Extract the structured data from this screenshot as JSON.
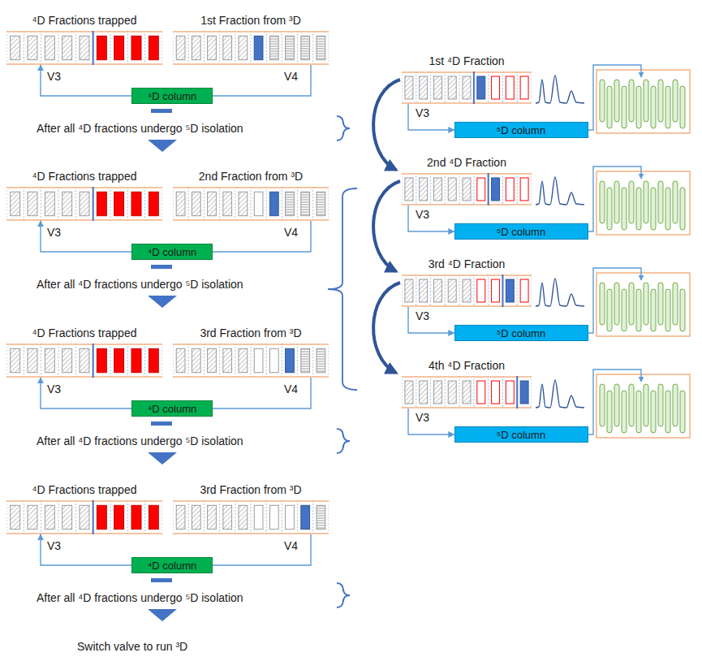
{
  "diagram": {
    "nodes": [
      {
        "text": [
          "⁴D Fractions trapped"
        ]
      },
      {
        "text": [
          "1st Fraction from ³D"
        ]
      },
      {
        "text": [
          "⁴D column"
        ]
      },
      {
        "text": [
          "⁴D Fractions trapped"
        ]
      },
      {
        "text": [
          "2nd Fraction from ³D"
        ]
      },
      {
        "text": [
          "⁴D column"
        ]
      },
      {
        "text": [
          "⁴D Fractions trapped"
        ]
      },
      {
        "text": [
          "3rd Fraction from ³D"
        ]
      },
      {
        "text": [
          "⁴D column"
        ]
      },
      {
        "text": [
          "⁴D Fractions trapped"
        ]
      },
      {
        "text": [
          "3rd Fraction from ³D"
        ]
      },
      {
        "text": [
          "⁴D column"
        ]
      },
      {
        "text": [
          "1st ⁴D Fraction"
        ]
      },
      {
        "text": [
          "⁵D column"
        ]
      },
      {
        "text": [
          "2nd ⁴D Fraction"
        ]
      },
      {
        "text": [
          "⁵D column"
        ]
      },
      {
        "text": [
          "3rd ⁴D Fraction"
        ]
      },
      {
        "text": [
          "⁵D column"
        ]
      },
      {
        "text": [
          "4th ⁴D Fraction"
        ]
      },
      {
        "text": [
          "⁵D column"
        ]
      }
    ],
    "edges": [
      {
        "from": 1,
        "to": 2,
        "arrow": "none"
      },
      {
        "from": 2,
        "to": 0,
        "arrow": "to"
      },
      {
        "from": 4,
        "to": 5,
        "arrow": "none"
      },
      {
        "from": 5,
        "to": 3,
        "arrow": "to"
      },
      {
        "from": 7,
        "to": 8,
        "arrow": "none"
      },
      {
        "from": 8,
        "to": 6,
        "arrow": "to"
      },
      {
        "from": 10,
        "to": 11,
        "arrow": "none"
      },
      {
        "from": 11,
        "to": 9,
        "arrow": "to"
      },
      {
        "from": 12,
        "to": 13,
        "arrow": "to"
      },
      {
        "from": 14,
        "to": 15,
        "arrow": "to"
      },
      {
        "from": 16,
        "to": 17,
        "arrow": "to"
      },
      {
        "from": 18,
        "to": 19,
        "arrow": "to"
      }
    ],
    "labels": [
      "V3",
      "V4",
      "After all ⁴D fractions undergo ⁵D isolation",
      "V3",
      "V4",
      "After all ⁴D fractions undergo ⁵D isolation",
      "V3",
      "V4",
      "After all ⁴D fractions undergo ⁵D isolation",
      "V3",
      "V4",
      "After all ⁴D fractions undergo ⁵D isolation",
      "Switch valve to run ³D",
      "V3",
      "V3",
      "V3",
      "V3"
    ]
  }
}
